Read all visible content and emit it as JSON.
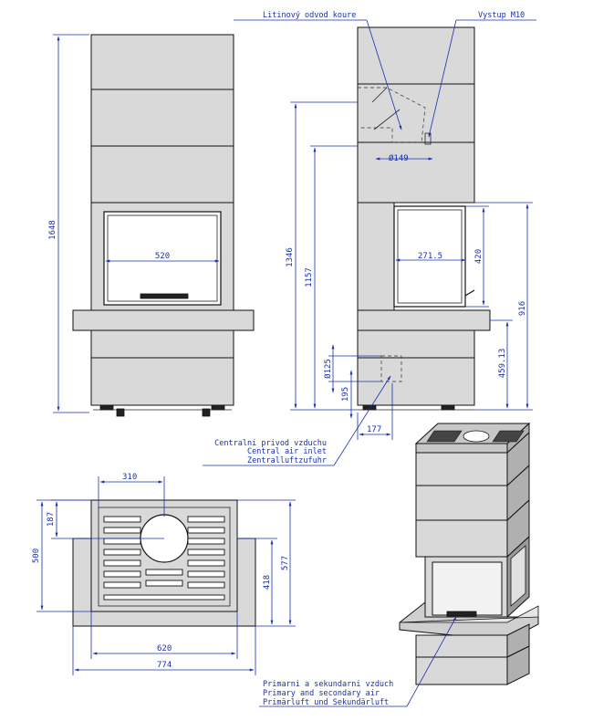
{
  "front_view": {
    "height_dim": "1648",
    "width_dim": "520"
  },
  "side_view": {
    "flue_label": "Litinový odvod koure",
    "stud_label": "Vystup M10",
    "flue_diameter": "Ø149",
    "opening_width": "271.5",
    "opening_height": "420",
    "dim_1346": "1346",
    "dim_1157": "1157",
    "dim_916": "916",
    "dim_459": "459.13",
    "air_diameter": "Ø125",
    "dim_195": "195",
    "dim_177": "177"
  },
  "air_inlet_label": {
    "line1": "Centralni privod vzduchu",
    "line2": "Central air inlet",
    "line3": "Zentralluftzufuhr"
  },
  "top_view": {
    "dim_310": "310",
    "dim_187": "187",
    "dim_500": "500",
    "dim_418": "418",
    "dim_577": "577",
    "dim_620": "620",
    "dim_774": "774"
  },
  "air_label": {
    "line1": "Primarni a sekundarni vzduch",
    "line2": "Primary and secondary air",
    "line3": "Primärluft und Sekundärluft"
  },
  "colors": {
    "object_line": "#111111",
    "dimension_line": "#1a2fb0",
    "panel_fill": "#d9d9d9"
  }
}
